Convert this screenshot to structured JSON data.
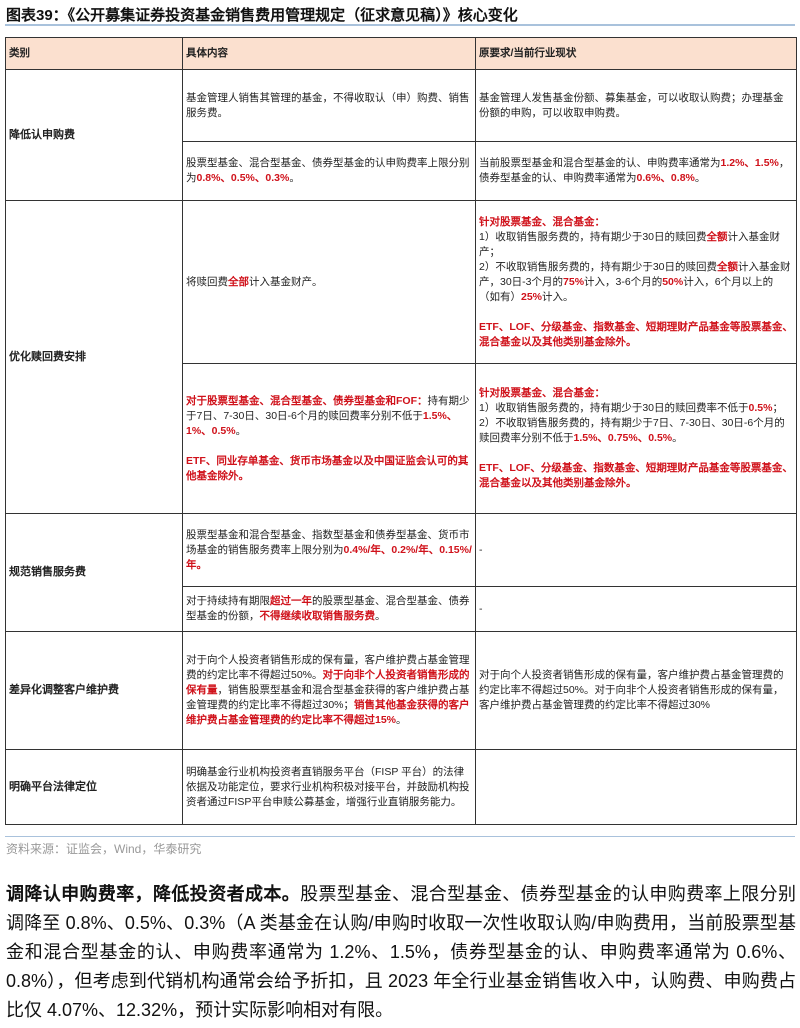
{
  "title": "图表39：《公开募集证券投资基金销售费用管理规定（征求意见稿）》核心变化",
  "headers": [
    "类别",
    "具体内容",
    "原要求/当前行业现状"
  ],
  "rows": [
    {
      "category": "降低认申购费",
      "sub": [
        {
          "content": [
            {
              "t": "基金管理人销售其管理的基金，不得收取认（申）购费、销售服务费。"
            }
          ],
          "orig": [
            {
              "t": "基金管理人发售基金份额、募集基金，可以收取认购费；办理基金份额的申购，可以收取申购费。"
            }
          ]
        },
        {
          "content": [
            {
              "t": "股票型基金、混合型基金、债券型基金的认申购费率上限分别为"
            },
            {
              "t": "0.8%、0.5%、0.3%",
              "red": true
            },
            {
              "t": "。"
            }
          ],
          "orig": [
            {
              "t": "当前股票型基金和混合型基金的认、申购费率通常为"
            },
            {
              "t": "1.2%、1.5%",
              "red": true
            },
            {
              "t": "，债券型基金的认、申购费率通常为"
            },
            {
              "t": "0.6%、0.8%",
              "red": true
            },
            {
              "t": "。"
            }
          ]
        }
      ]
    },
    {
      "category": "优化赎回费安排",
      "sub": [
        {
          "content": [
            {
              "t": "将赎回费"
            },
            {
              "t": "全部",
              "red": true
            },
            {
              "t": "计入基金财产。"
            }
          ],
          "orig": [
            {
              "t": "针对股票基金、混合基金：",
              "red": true
            },
            {
              "t": "\n1）收取销售服务费的，持有期少于30日的赎回费"
            },
            {
              "t": "全额",
              "red": true
            },
            {
              "t": "计入基金财产；\n2）不收取销售服务费的，持有期少于30日的赎回费"
            },
            {
              "t": "全额",
              "red": true
            },
            {
              "t": "计入基金财产，30日-3个月的"
            },
            {
              "t": "75%",
              "red": true
            },
            {
              "t": "计入，3-6个月的"
            },
            {
              "t": "50%",
              "red": true
            },
            {
              "t": "计入，6个月以上的（如有）"
            },
            {
              "t": "25%",
              "red": true
            },
            {
              "t": "计入。\n\n"
            },
            {
              "t": "ETF、LOF、分级基金、指数基金、短期理财产品基金等股票基金、混合基金以及其他类别基金除外。",
              "red": true
            }
          ]
        },
        {
          "content": [
            {
              "t": "对于股票型基金、混合型基金、债券型基金和FOF：",
              "red": true
            },
            {
              "t": "持有期少于7日、7-30日、30日-6个月的赎回费率分别不低于"
            },
            {
              "t": "1.5%、1%、0.5%",
              "red": true
            },
            {
              "t": "。\n\n"
            },
            {
              "t": "ETF、同业存单基金、货币市场基金以及中国证监会认可的其他基金除外。",
              "red": true
            }
          ],
          "orig": [
            {
              "t": "针对股票基金、混合基金：",
              "red": true
            },
            {
              "t": "\n1）收取销售服务费的，持有期少于30日的赎回费率不低于"
            },
            {
              "t": "0.5%",
              "red": true
            },
            {
              "t": "；\n2）不收取销售服务费的，持有期少于7日、7-30日、30日-6个月的赎回费率分别不低于"
            },
            {
              "t": "1.5%、0.75%、0.5%",
              "red": true
            },
            {
              "t": "。\n\n"
            },
            {
              "t": "ETF、LOF、分级基金、指数基金、短期理财产品基金等股票基金、混合基金以及其他类别基金除外。",
              "red": true
            }
          ]
        }
      ]
    },
    {
      "category": "规范销售服务费",
      "sub": [
        {
          "content": [
            {
              "t": "股票型基金和混合型基金、指数型基金和债券型基金、货币市场基金的销售服务费率上限分别为"
            },
            {
              "t": "0.4%/年、0.2%/年、0.15%/年。",
              "red": true
            }
          ],
          "orig": [
            {
              "t": "-"
            }
          ]
        },
        {
          "content": [
            {
              "t": "对于持续持有期限"
            },
            {
              "t": "超过一年",
              "red": true
            },
            {
              "t": "的股票型基金、混合型基金、债券型基金的份额，"
            },
            {
              "t": "不得继续收取销售服务费",
              "red": true
            },
            {
              "t": "。"
            }
          ],
          "orig": [
            {
              "t": "-"
            }
          ]
        }
      ]
    },
    {
      "category": "差异化调整客户维护费",
      "sub": [
        {
          "content": [
            {
              "t": "对于向个人投资者销售形成的保有量，客户维护费占基金管理费的约定比率不得超过50%。"
            },
            {
              "t": "对于向非个人投资者销售形成的保有量",
              "red": true
            },
            {
              "t": "，销售股票型基金和混合型基金获得的客户维护费占基金管理费的约定比率不得超过30%；"
            },
            {
              "t": "销售其他基金获得的客户维护费占基金管理费的约定比率不得超过15%",
              "red": true
            },
            {
              "t": "。"
            }
          ],
          "orig": [
            {
              "t": "对于向个人投资者销售形成的保有量，客户维护费占基金管理费的约定比率不得超过50%。对于向非个人投资者销售形成的保有量，客户维护费占基金管理费的约定比率不得超过30%"
            }
          ]
        }
      ]
    },
    {
      "category": "明确平台法律定位",
      "sub": [
        {
          "content": [
            {
              "t": "明确基金行业机构投资者直销服务平台（FISP 平台）的法律依据及功能定位，要求行业机构积极对接平台，并鼓励机构投资者通过FISP平台申赎公募基金，增强行业直销服务能力。"
            }
          ],
          "orig": [
            {
              "t": ""
            }
          ]
        }
      ]
    }
  ],
  "source": "资料来源：证监会，Wind，华泰研究",
  "paragraph": {
    "lead": "调降认申购费率，降低投资者成本。",
    "body": "股票型基金、混合型基金、债券型基金的认申购费率上限分别调降至 0.8%、0.5%、0.3%（A 类基金在认购/申购时收取一次性收取认购/申购费用，当前股票型基金和混合型基金的认、申购费率通常为 1.2%、1.5%，债券型基金的认、申购费率通常为 0.6%、0.8%），但考虑到代销机构通常会给予折扣，且 2023 年全行业基金销售收入中，认购费、申购费占比仅 4.07%、12.32%，预计实际影响相对有限。"
  }
}
